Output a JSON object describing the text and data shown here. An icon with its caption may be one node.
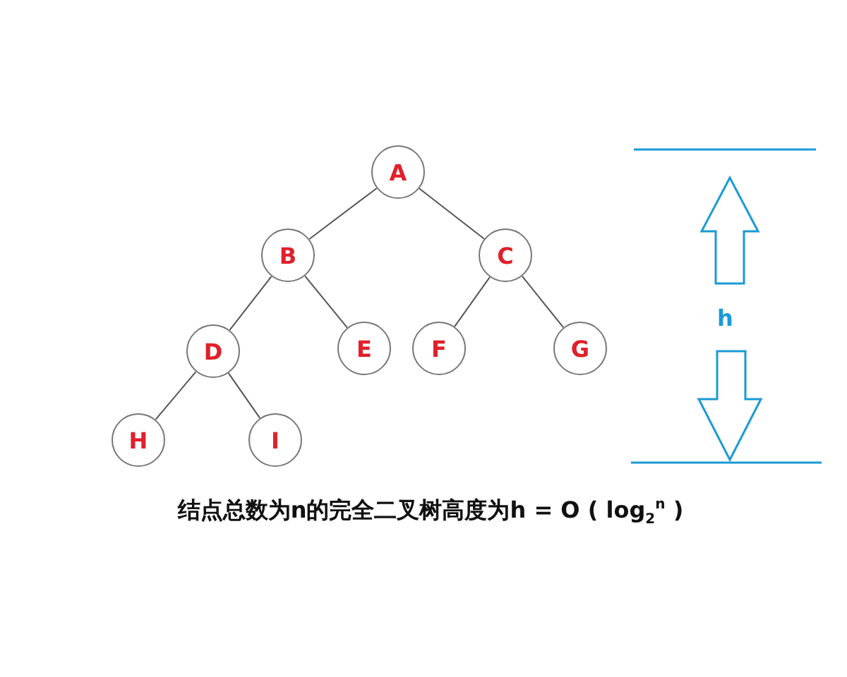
{
  "diagram": {
    "caption": "结点总数为n的完全二叉树高度为h = O ( log$_{2}$$^{n}$ )",
    "nodes": [
      {
        "text": [
          "A"
        ]
      },
      {
        "text": [
          "B"
        ]
      },
      {
        "text": [
          "C"
        ]
      },
      {
        "text": [
          "D"
        ]
      },
      {
        "text": [
          "E"
        ]
      },
      {
        "text": [
          "F"
        ]
      },
      {
        "text": [
          "G"
        ]
      },
      {
        "text": [
          "H"
        ]
      },
      {
        "text": [
          "I"
        ]
      }
    ],
    "edges": [
      {
        "from": 0,
        "to": 1,
        "arrow": "none"
      },
      {
        "from": 0,
        "to": 2,
        "arrow": "none"
      },
      {
        "from": 1,
        "to": 3,
        "arrow": "none"
      },
      {
        "from": 1,
        "to": 4,
        "arrow": "none"
      },
      {
        "from": 2,
        "to": 5,
        "arrow": "none"
      },
      {
        "from": 2,
        "to": 6,
        "arrow": "none"
      },
      {
        "from": 3,
        "to": 7,
        "arrow": "none"
      },
      {
        "from": 3,
        "to": 8,
        "arrow": "none"
      }
    ],
    "labels": [
      "h"
    ]
  }
}
